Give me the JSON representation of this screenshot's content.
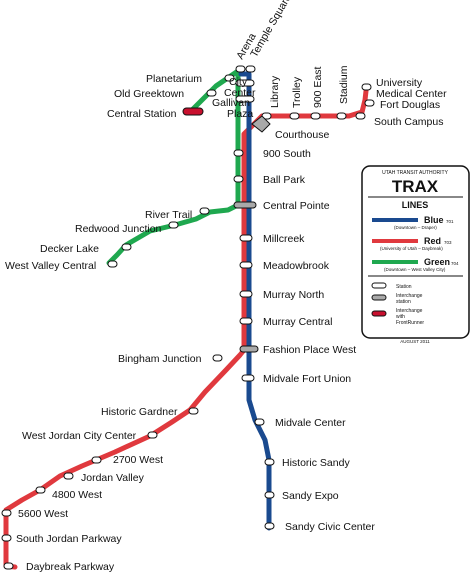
{
  "colors": {
    "blue": "#1a4a8f",
    "red": "#e0393e",
    "green": "#1fa84f",
    "interchange": "#a9a9a9",
    "frontrunner": "#c8102e"
  },
  "stations": {
    "arena": "Arena",
    "temple_square": "Temple Square",
    "planetarium": "Planetarium",
    "old_greektown": "Old Greektown",
    "central_station": "Central Station",
    "city_center_1": "City",
    "city_center_2": "Center",
    "gallivan_1": "Gallivan",
    "gallivan_2": "Plaza",
    "library": "Library",
    "trolley": "Trolley",
    "nine_hundred_east": "900 East",
    "stadium": "Stadium",
    "university_medical_1": "University",
    "university_medical_2": "Medical Center",
    "fort_douglas": "Fort Douglas",
    "south_campus": "South Campus",
    "courthouse": "Courthouse",
    "nine_hundred_south": "900 South",
    "ball_park": "Ball Park",
    "central_pointe": "Central Pointe",
    "river_trail": "River Trail",
    "redwood_junction": "Redwood Junction",
    "decker_lake": "Decker Lake",
    "west_valley_central": "West Valley Central",
    "millcreek": "Millcreek",
    "meadowbrook": "Meadowbrook",
    "murray_north": "Murray North",
    "murray_central": "Murray Central",
    "fashion_place_west": "Fashion Place West",
    "midvale_fort_union": "Midvale Fort Union",
    "bingham_junction": "Bingham Junction",
    "historic_gardner": "Historic Gardner",
    "midvale_center": "Midvale Center",
    "west_jordan_city_center": "West Jordan City Center",
    "historic_sandy": "Historic Sandy",
    "twenty_seven_hundred_west": "2700 West",
    "jordan_valley": "Jordan Valley",
    "sandy_expo": "Sandy Expo",
    "forty_eight_hundred_west": "4800 West",
    "fifty_six_hundred_west": "5600 West",
    "sandy_civic_center": "Sandy Civic Center",
    "south_jordan_parkway": "South Jordan Parkway",
    "daybreak_parkway": "Daybreak Parkway"
  },
  "legend": {
    "authority": "UTAH TRANSIT AUTHORITY",
    "title": "TRAX",
    "lines_heading": "LINES",
    "blue_name": "Blue",
    "blue_number": "701",
    "blue_route": "(Downtown – Draper)",
    "red_name": "Red",
    "red_number": "703",
    "red_route": "(University of Utah – Daybreak)",
    "green_name": "Green",
    "green_number": "704",
    "green_route": "(Downtown – West Valley City)",
    "station_label": "Station",
    "interchange_label_1": "Interchange",
    "interchange_label_2": "station",
    "frontrunner_label_1": "Interchange",
    "frontrunner_label_2": "with",
    "frontrunner_label_3": "FrontRunner",
    "date": "AUGUST 2011"
  }
}
